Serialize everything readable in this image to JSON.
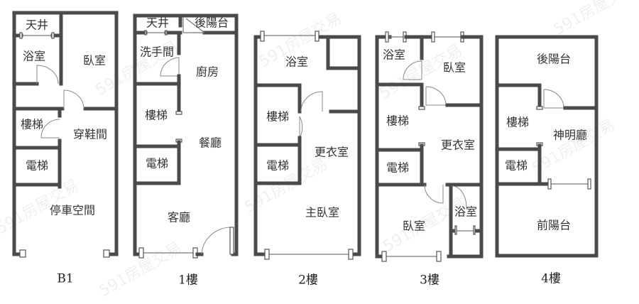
{
  "watermark": "591房屋交易",
  "colors": {
    "wall": "#4a4a4a",
    "background": "#ffffff",
    "text": "#333333"
  },
  "floors": [
    {
      "label": "B1",
      "rooms": {
        "skylight": "天井",
        "bathroom": "浴室",
        "bedroom": "臥室",
        "stairs": "樓梯",
        "shoe_room": "穿鞋間",
        "elevator": "電梯",
        "parking": "停車空間"
      }
    },
    {
      "label": "1樓",
      "rooms": {
        "skylight": "天井",
        "rear_balcony": "後陽台",
        "washroom": "洗手間",
        "kitchen": "廚房",
        "stairs": "樓梯",
        "dining": "餐廳",
        "elevator": "電梯",
        "living": "客廳"
      }
    },
    {
      "label": "2樓",
      "rooms": {
        "bathroom": "浴室",
        "stairs": "樓梯",
        "closet": "更衣室",
        "elevator": "電梯",
        "master_bedroom": "主臥室"
      }
    },
    {
      "label": "3樓",
      "rooms": {
        "bathroom_rear": "浴室",
        "bedroom_rear": "臥室",
        "stairs": "樓梯",
        "closet": "更衣室",
        "elevator": "電梯",
        "bedroom_front": "臥室",
        "bathroom_front": "浴室"
      }
    },
    {
      "label": "4樓",
      "rooms": {
        "rear_balcony": "後陽台",
        "stairs": "樓梯",
        "shrine_hall": "神明廳",
        "elevator": "電梯",
        "front_balcony": "前陽台"
      }
    }
  ]
}
